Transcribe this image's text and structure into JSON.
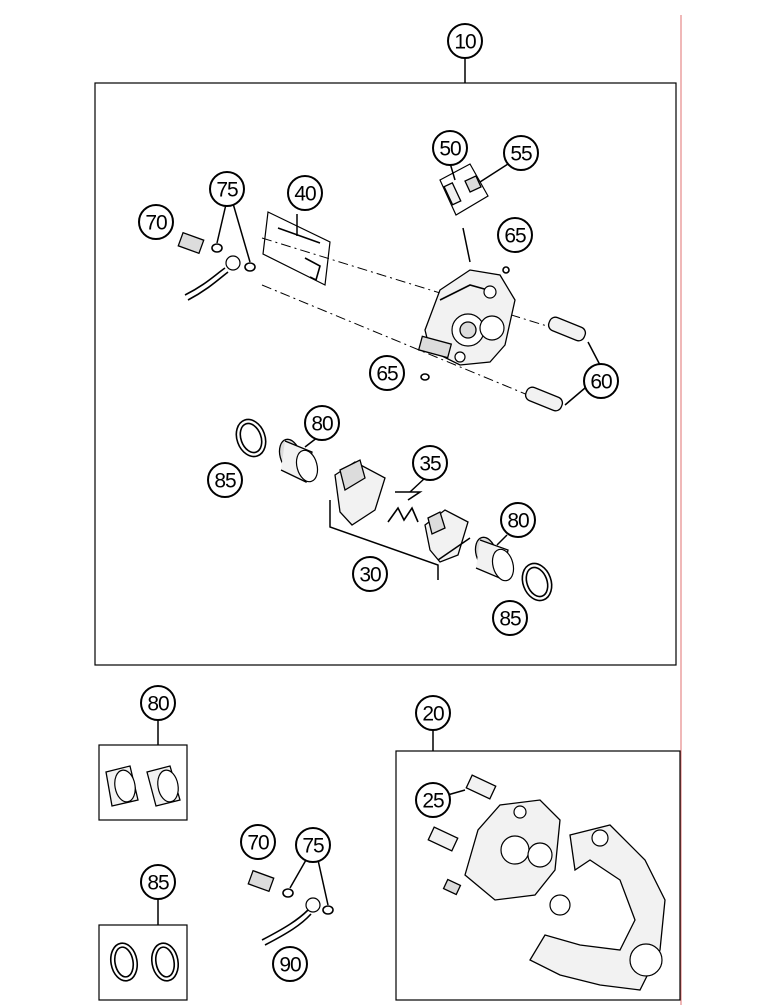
{
  "callouts": [
    {
      "id": "c10",
      "label": "10"
    },
    {
      "id": "c75a",
      "label": "75"
    },
    {
      "id": "c40",
      "label": "40"
    },
    {
      "id": "c70a",
      "label": "70"
    },
    {
      "id": "c50",
      "label": "50"
    },
    {
      "id": "c55",
      "label": "55"
    },
    {
      "id": "c65a",
      "label": "65"
    },
    {
      "id": "c65b",
      "label": "65"
    },
    {
      "id": "c60",
      "label": "60"
    },
    {
      "id": "c80a",
      "label": "80"
    },
    {
      "id": "c85a",
      "label": "85"
    },
    {
      "id": "c35",
      "label": "35"
    },
    {
      "id": "c80b",
      "label": "80"
    },
    {
      "id": "c30",
      "label": "30"
    },
    {
      "id": "c85b",
      "label": "85"
    },
    {
      "id": "c80c",
      "label": "80"
    },
    {
      "id": "c20",
      "label": "20"
    },
    {
      "id": "c25",
      "label": "25"
    },
    {
      "id": "c70b",
      "label": "70"
    },
    {
      "id": "c75b",
      "label": "75"
    },
    {
      "id": "c85c",
      "label": "85"
    },
    {
      "id": "c90",
      "label": "90"
    }
  ]
}
